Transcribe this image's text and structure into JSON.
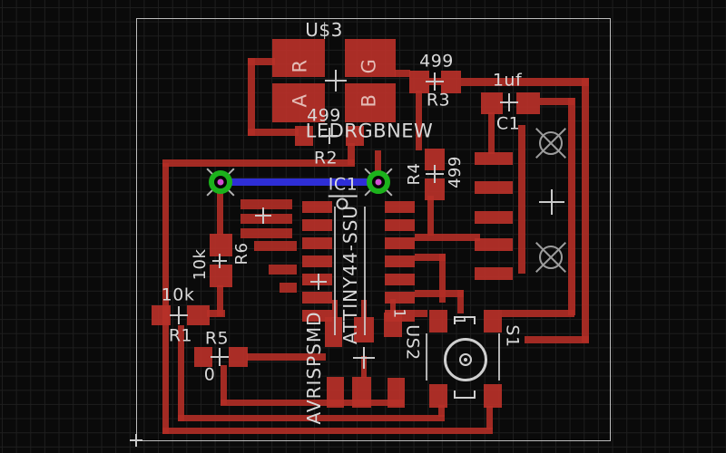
{
  "app": {
    "view": "pcb-layout-canvas"
  },
  "board": {
    "background": "#0a0a0a",
    "grid_color": "#1e1e1e",
    "outline_color": "#bdbdbd",
    "copper_top_color": "#b22d26",
    "copper_bottom_color": "#2e2ed6",
    "silkscreen_color": "#d9d9d9",
    "via_ring_color": "#1cb21c",
    "via_center_color": "#d24fd2"
  },
  "labels": {
    "u3": "U$3",
    "led_r": "R",
    "led_g": "G",
    "led_a": "A",
    "led_b": "B",
    "r3_val": "499",
    "r3_name": "R3",
    "c1_val": "1uf",
    "c1_name": "C1",
    "r2_val": "499",
    "led_part": "LEDRGBNEW",
    "r2_name": "R2",
    "r4_name": "R4",
    "r4_val": "499",
    "ic1_name": "IC1",
    "ic_part": "ATTINY44-SSU",
    "r6_val": "10k",
    "r6_name": "R6",
    "r1_val": "10k",
    "r1_name": "R1",
    "r5_name": "R5",
    "r5_val": "0",
    "avrisp": "AVRISPSMD",
    "us2_pin": "1",
    "us2_name": "US2",
    "s1_pin": "1",
    "s1_name": "S1"
  },
  "components": [
    {
      "ref": "U$3",
      "value": "LEDRGBNEW"
    },
    {
      "ref": "IC1",
      "value": "ATTINY44-SSU"
    },
    {
      "ref": "R1",
      "value": "10k"
    },
    {
      "ref": "R2",
      "value": "499"
    },
    {
      "ref": "R3",
      "value": "499"
    },
    {
      "ref": "R4",
      "value": "499"
    },
    {
      "ref": "R5",
      "value": "0"
    },
    {
      "ref": "R6",
      "value": "10k"
    },
    {
      "ref": "C1",
      "value": "1uf"
    },
    {
      "ref": "US2",
      "value": "AVRISPSMD"
    },
    {
      "ref": "S1",
      "value": ""
    }
  ]
}
